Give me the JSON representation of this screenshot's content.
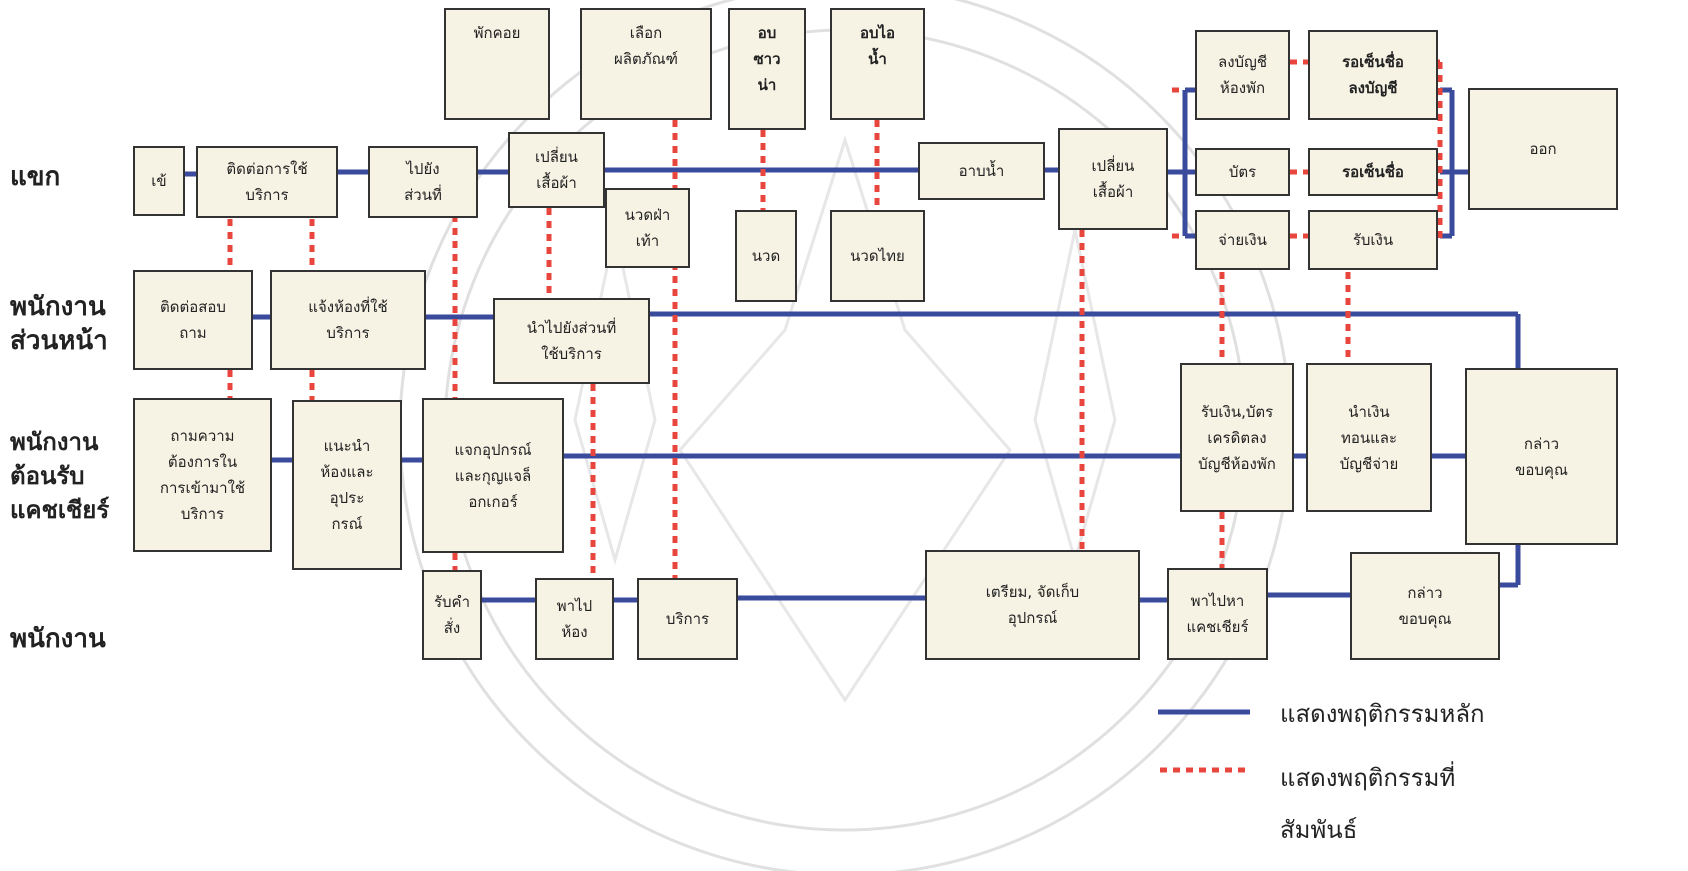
{
  "lanes": {
    "guest": "แขก",
    "front_staff": "พนักงาน\nส่วนหน้า",
    "reception_staff": "พนักงาน\nต้อนรับ\nแคชเชียร์",
    "staff": "พนักงาน"
  },
  "boxes": {
    "enter": "เข้",
    "contact_service": "ติดต่อการใช้\nบริการ",
    "go_to_area": "ไปยัง\nส่วนที่",
    "lounge": "พักคอย",
    "choose_product": "เลือก\nผลิตภัณฑ์",
    "sauna": "อบ\nซาว\nน่า",
    "steam": "อบไอ\nน้ำ",
    "change_clothes_1": "เปลี่ยน\nเสื้อผ้า",
    "foot_massage": "นวดฝ่า\nเท้า",
    "massage": "นวด",
    "thai_massage": "นวดไทย",
    "shower": "อาบน้ำ",
    "change_clothes_2": "เปลี่ยน\nเสื้อผ้า",
    "post_room_account": "ลงบัญชี\nห้องพัก",
    "wait_sign_account": "รอเซ็นชื่อ\nลงบัญชี",
    "card": "บัตร",
    "wait_sign": "รอเซ็นชื่อ",
    "pay": "จ่ายเงิน",
    "receive_money": "รับเงิน",
    "exit": "ออก",
    "inquire": "ติดต่อสอบ\nถาม",
    "inform_room": "แจ้งห้องที่ใช้\nบริการ",
    "guide_to_area": "นำไปยังส่วนที่\nใช้บริการ",
    "ask_needs": "ถามความ\nต้องการใน\nการเข้ามาใช้\nบริการ",
    "recommend_rooms": "แนะนำ\nห้องและ\nอุประ\nกรณ์",
    "hand_out_key": "แจกอุปกรณ์\nและกุญแจล็\nอกเกอร์",
    "receive_payment_card": "รับเงิน,บัตร\nเครดิตลง\nบัญชีห้องพัก",
    "deliver_money": "นำเงิน\nทอนและ\nบัญชีจ่าย",
    "thank_1": "กล่าว\nขอบคุณ",
    "take_order": "รับคำ\nสั่ง",
    "lead_to_room": "พาไป\nห้อง",
    "service": "บริการ",
    "prepare_equipment": "เตรียม, จัดเก็บ\nอุปกรณ์",
    "lead_to_cashier": "พาไปหา\nแคชเชียร์",
    "thank_2": "กล่าว\nขอบคุณ"
  },
  "legend": {
    "main": "แสดงพฤติกรรมหลัก",
    "related": "แสดงพฤติกรรมที่\nสัมพันธ์"
  },
  "colors": {
    "main_line": "#3a4a9c",
    "related_line": "#e8453c",
    "box_fill": "#f6f2e4"
  }
}
